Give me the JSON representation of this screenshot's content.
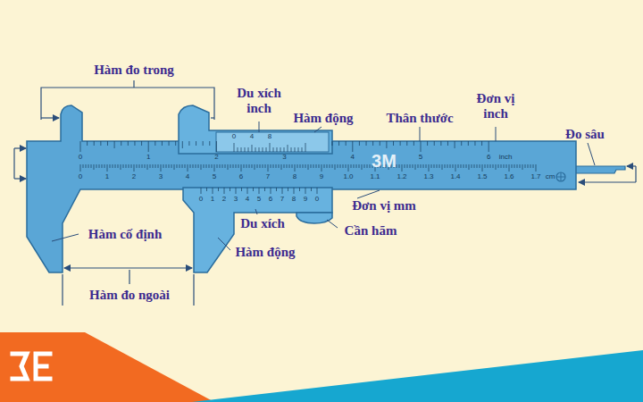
{
  "diagram": {
    "labels": [
      "Hàm đo trong",
      "Du xích inch",
      "Hàm động",
      "Thân thước",
      "Đơn vị inch",
      "Đo sâu",
      "Du xích",
      "Đơn vị mm",
      "Cần hãm",
      "Hàm động",
      "Hàm cố định",
      "Hàm đo ngoài",
      "3M",
      "0",
      "4",
      "8",
      "0",
      "1",
      "2",
      "3",
      "4",
      "5",
      "6",
      "inch",
      "0",
      "1",
      "2",
      "3",
      "4",
      "5",
      "6",
      "7",
      "8",
      "9",
      "1.0",
      "1.1",
      "1.2",
      "1.3",
      "1.4",
      "1.5",
      "1.6",
      "1.7",
      "cm",
      "0",
      "1",
      "2",
      "3",
      "4",
      "5",
      "6",
      "7",
      "8",
      "9",
      "0"
    ]
  }
}
